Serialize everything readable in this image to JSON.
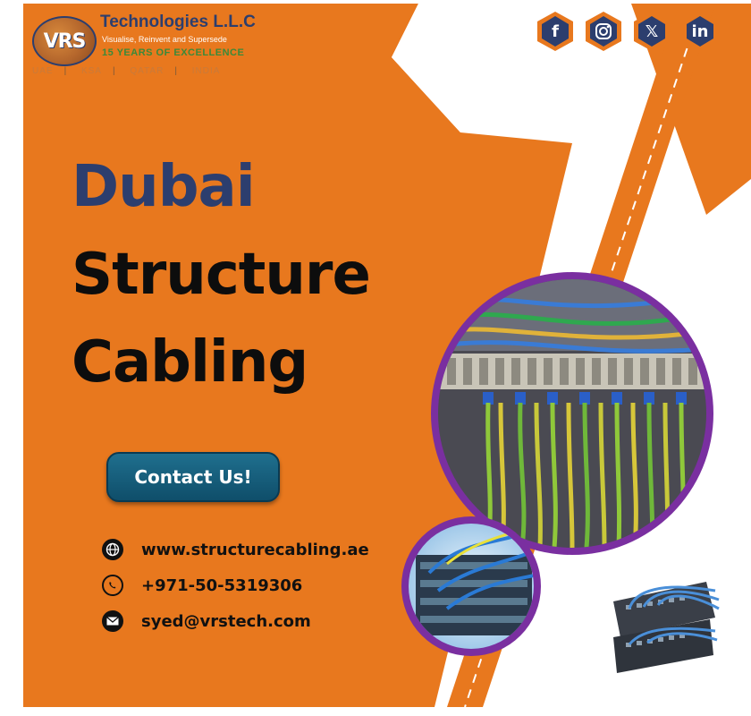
{
  "logo": {
    "badge": "VRS",
    "company": "Technologies L.L.C",
    "tagline": "Visualise, Reinvent and Supersede",
    "years": "15 YEARS OF EXCELLENCE",
    "countries": [
      "UAE",
      "KSA",
      "QATAR",
      "INDIA"
    ]
  },
  "socials": [
    {
      "name": "facebook",
      "glyph": "f"
    },
    {
      "name": "instagram",
      "glyph": "instagram"
    },
    {
      "name": "x",
      "glyph": "𝕏"
    },
    {
      "name": "linkedin",
      "glyph": "in"
    }
  ],
  "headline": {
    "line1": "Dubai",
    "line2": "Structure",
    "line3": "Cabling"
  },
  "cta": {
    "label": "Contact Us!"
  },
  "contact": {
    "website": "www.structurecabling.ae",
    "phone": "+971-50-5319306",
    "email": "syed@vrstech.com"
  },
  "colors": {
    "orange": "#e8781e",
    "navy": "#2c3e6e",
    "purple": "#7a2fa0",
    "button": "#1a6585"
  },
  "images": [
    {
      "name": "cable-panel-photo",
      "description_icon": "network-cables-photo"
    },
    {
      "name": "patch-panel-photo",
      "description_icon": "patch-panel-photo"
    },
    {
      "name": "switch-cables-photo",
      "description_icon": "switch-photo"
    }
  ]
}
